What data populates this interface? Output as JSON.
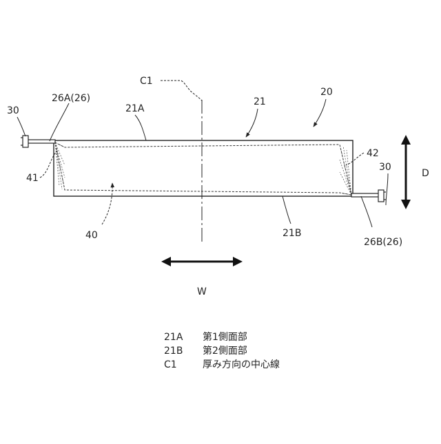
{
  "labels": {
    "c1": "C1",
    "l20": "20",
    "l21": "21",
    "l21a": "21A",
    "l21b": "21B",
    "l26a": "26A(26)",
    "l26b": "26B(26)",
    "l30_left": "30",
    "l30_right": "30",
    "l40": "40",
    "l41": "41",
    "l42": "42",
    "d": "D",
    "w": "W"
  },
  "legend": [
    {
      "code": "21A",
      "desc": "第1側面部"
    },
    {
      "code": "21B",
      "desc": "第2側面部"
    },
    {
      "code": "C1",
      "desc": "厚み方向の中心線"
    }
  ]
}
